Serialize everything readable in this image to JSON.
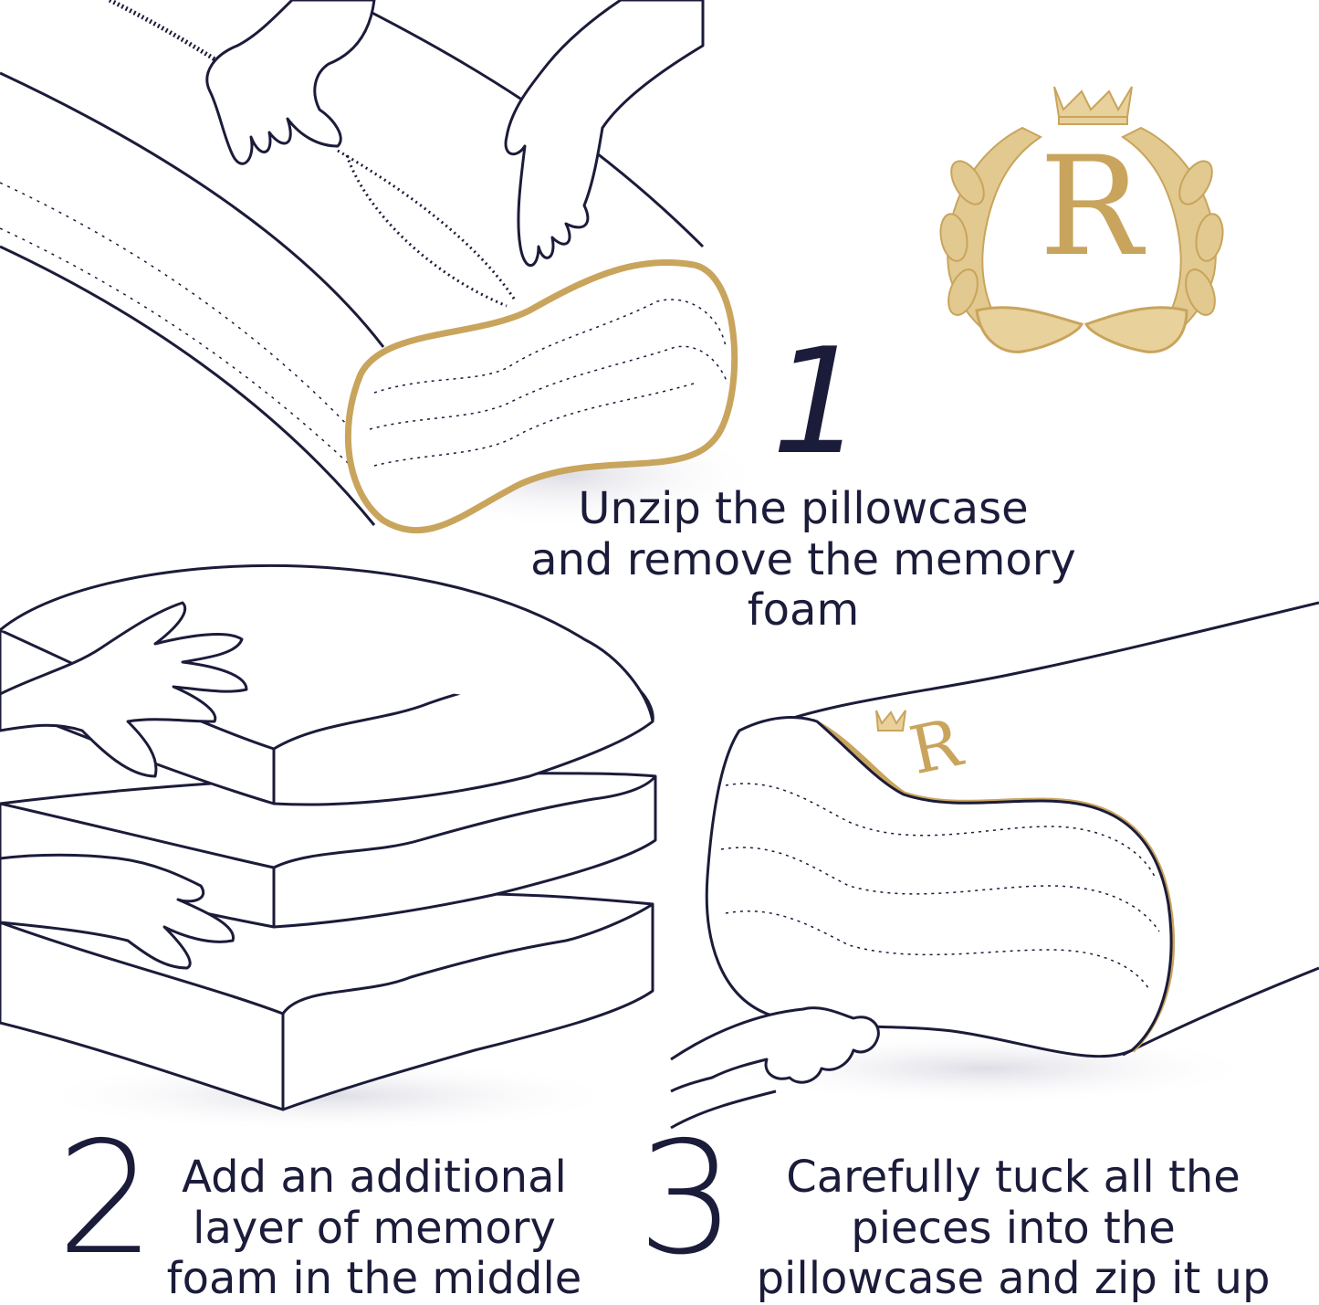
{
  "colors": {
    "ink": "#1b1b3a",
    "gold": "#c9a45c",
    "background": "#ffffff"
  },
  "logo": {
    "letter": "R",
    "icon": "crown-icon"
  },
  "steps": [
    {
      "number": "1",
      "lines": [
        "Unzip the pillowcase",
        "and remove the memory",
        "foam"
      ]
    },
    {
      "number": "2",
      "lines": [
        "Add an additional",
        "layer of memory",
        "foam in the middle"
      ]
    },
    {
      "number": "3",
      "lines": [
        "Carefully tuck all the",
        "pieces into the",
        "pillowcase and zip it up"
      ]
    }
  ]
}
